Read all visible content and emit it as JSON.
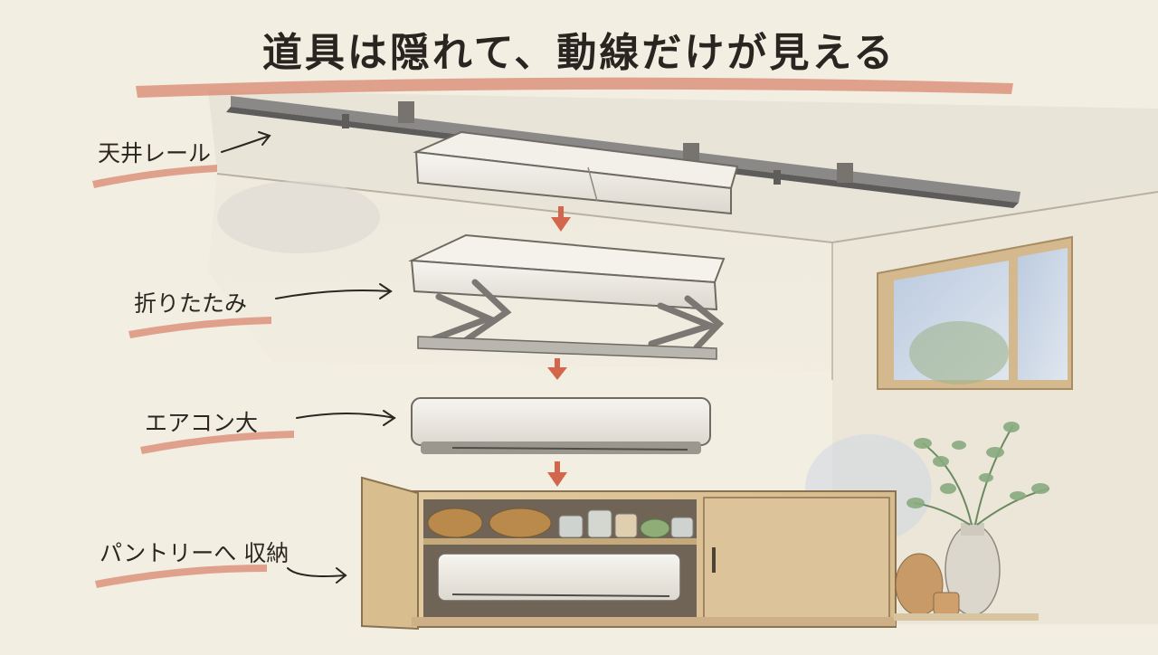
{
  "title": "道具は隠れて、動線だけが見える",
  "labels": {
    "ceiling_rail": "天井レール",
    "folding": "折りたたみ",
    "ac_unit": "エアコン大",
    "pantry_storage": "パントリーへ 収納"
  },
  "colors": {
    "paper": "#f3eee2",
    "accent_underline": "#d9876f",
    "arrow": "#d3674d",
    "wood": "#dcc39a",
    "metal": "#7d7c7a",
    "unit": "#efece6",
    "window_glass": "#c9d6e6",
    "plant": "#7fa37a"
  },
  "icons": [
    "down-arrow-icon",
    "pointer-arrow-icon",
    "plant-icon",
    "jar-icon",
    "basket-icon",
    "vase-icon"
  ]
}
